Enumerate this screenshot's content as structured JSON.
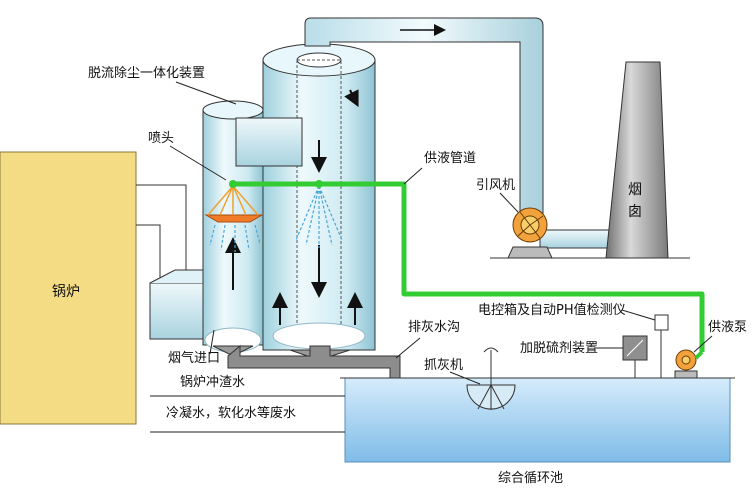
{
  "labels": {
    "integrated_device": "脱流除尘一体化装置",
    "nozzle": "喷头",
    "supply_pipe": "供液管道",
    "induced_fan": "引风机",
    "chimney": "烟囱",
    "boiler": "锅炉",
    "control_box": "电控箱及自动PH值检测仪",
    "supply_pump": "供液泵",
    "ash_trench": "排灰水沟",
    "desulfurizer_unit": "加脱硫剂装置",
    "gas_inlet": "烟气进口",
    "ash_grabber": "抓灰机",
    "slag_flush_water": "锅炉冲渣水",
    "waste_water": "冷凝水，软化水等废水",
    "circulation_pool": "综合循环池"
  },
  "colors": {
    "boiler_fill": "#f3dc84",
    "supply_line": "#33cc33",
    "pool_water": "#a9d3f2",
    "tower_body": "#cfeaf2",
    "pipe_gray": "#8d8d8d"
  }
}
